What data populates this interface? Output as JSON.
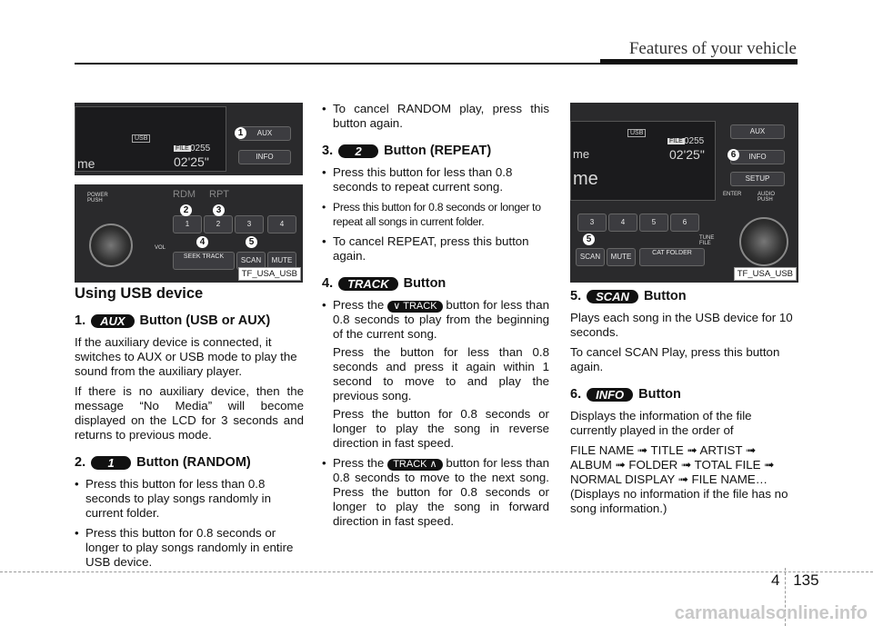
{
  "header": {
    "title": "Features of your vehicle"
  },
  "left_image": {
    "caption": "TF_USA_USB",
    "lcd_usb": "USB",
    "lcd_file": "FILE",
    "lcd_num": "0255",
    "lcd_time": "02'25\"",
    "lcd_name": "me",
    "buttons": {
      "aux": "AUX",
      "info": "INFO",
      "power": "POWER PUSH",
      "vol": "VOL",
      "rdm": "RDM",
      "rpt": "RPT",
      "b1": "1",
      "b2": "2",
      "b3": "3",
      "b4": "4",
      "seek": "SEEK TRACK",
      "scan": "SCAN",
      "mute": "MUTE"
    },
    "callouts": [
      "1",
      "2",
      "3",
      "4",
      "5"
    ]
  },
  "right_image": {
    "caption": "TF_USA_USB",
    "lcd_usb": "USB",
    "lcd_file": "FILE",
    "lcd_num": "0255",
    "lcd_time": "02'25\"",
    "lcd_name": "me",
    "buttons": {
      "aux": "AUX",
      "info": "INFO",
      "setup": "SETUP",
      "enter": "ENTER",
      "audio": "AUDIO PUSH",
      "b3": "3",
      "b4": "4",
      "b5": "5",
      "b6": "6",
      "scan": "SCAN",
      "mute": "MUTE",
      "cat": "CAT FOLDER",
      "tune": "TUNE FILE"
    },
    "callouts": [
      "6",
      "5"
    ]
  },
  "col1": {
    "heading": "Using USB device",
    "s1_prefix": "1.",
    "s1_badge": "AUX",
    "s1_title": "Button (USB or AUX)",
    "s1_p1": "If the auxiliary device is connected, it switches to AUX or USB mode to play the sound from the auxiliary player.",
    "s1_p2": "If there is no auxiliary device, then the message “No Media” will become displayed on the LCD for 3 seconds and returns to previous mode.",
    "s2_prefix": "2.",
    "s2_badge": "1",
    "s2_title": "Button (RANDOM)",
    "s2_b1": "Press this button for less than 0.8 seconds to play songs randomly in current folder.",
    "s2_b2": "Press this button for 0.8 seconds or longer to play songs randomly in entire USB device."
  },
  "col2": {
    "b0": "To cancel RANDOM play, press this button again.",
    "s3_prefix": "3.",
    "s3_badge": "2",
    "s3_title": "Button (REPEAT)",
    "s3_b1": "Press this button for less than 0.8 seconds to repeat current song.",
    "s3_b2": "Press this button for 0.8 seconds or longer to repeat all songs in current folder.",
    "s3_b3": "To cancel REPEAT, press this button again.",
    "s4_prefix": "4.",
    "s4_badge": "TRACK",
    "s4_title": "Button",
    "s4_b1_pre": "Press the",
    "s4_down_badge": "TRACK",
    "s4_b1_post": "button for less than 0.8 seconds to play from the beginning of the current song.",
    "s4_b1_p2": "Press the button for less than 0.8 seconds and press it again within 1 second to move to and play the previous song.",
    "s4_b1_p3": "Press the button for 0.8 seconds or longer to play the song in reverse direction in fast speed.",
    "s4_b2_pre": "Press the",
    "s4_up_badge": "TRACK",
    "s4_b2_post": "button for less than 0.8 seconds to move to the next song. Press the button for 0.8 seconds or longer to play the song in forward direction in fast speed."
  },
  "col3": {
    "s5_prefix": "5.",
    "s5_badge": "SCAN",
    "s5_title": "Button",
    "s5_p1": "Plays each song in the USB device for 10 seconds.",
    "s5_p2": "To cancel SCAN Play, press this button again.",
    "s6_prefix": "6.",
    "s6_badge": "INFO",
    "s6_title": "Button",
    "s6_p1": "Displays the information of the file currently played in the order of",
    "s6_p2": "FILE NAME ➟ TITLE ➟ ARTIST ➟ ALBUM ➟ FOLDER ➟ TOTAL FILE ➟ NORMAL DISPLAY ➟ FILE NAME… (Displays no information if the file has no song information.)"
  },
  "footer": {
    "chapter": "4",
    "page": "135",
    "watermark": "carmanualsonline.info"
  }
}
